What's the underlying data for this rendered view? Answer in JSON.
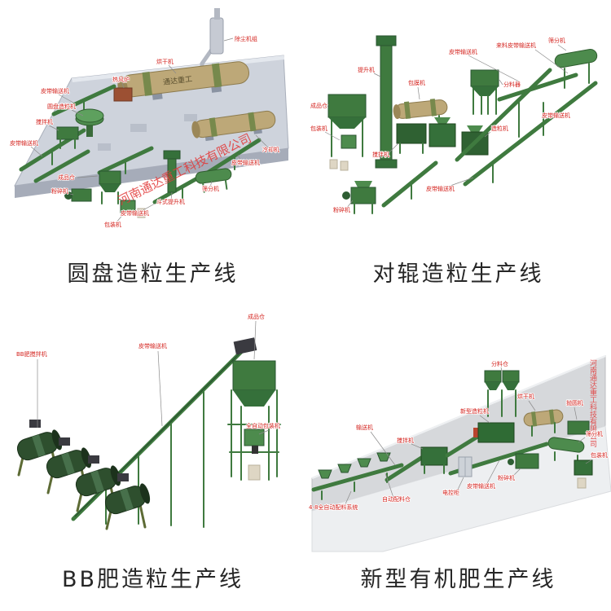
{
  "colors": {
    "label_red": "#d4241f",
    "watermark_red": "#e23b3b",
    "machine_green": "#3f7a3f",
    "drum_tan": "#bda878",
    "platform_gray": "#ced3dc"
  },
  "panels": [
    {
      "caption": "圆盘造粒生产线",
      "watermark": "河南通达重工科技有限公司",
      "drum_text": "通达重工",
      "labels": [
        {
          "text": "除尘机组"
        },
        {
          "text": "烘干机"
        },
        {
          "text": "热风炉"
        },
        {
          "text": "皮带输送机"
        },
        {
          "text": "圆盘造粒机"
        },
        {
          "text": "搅拌机"
        },
        {
          "text": "皮带输送机"
        },
        {
          "text": "成品仓"
        },
        {
          "text": "粉碎机"
        },
        {
          "text": "包装机"
        },
        {
          "text": "冷却机"
        },
        {
          "text": "皮带输送机"
        },
        {
          "text": "筛分机"
        },
        {
          "text": "斗式提升机"
        },
        {
          "text": "皮带输送机"
        }
      ]
    },
    {
      "caption": "对辊造粒生产线",
      "labels": [
        {
          "text": "提升机"
        },
        {
          "text": "包膜机"
        },
        {
          "text": "皮带输送机"
        },
        {
          "text": "来料皮带输送机"
        },
        {
          "text": "筛分机"
        },
        {
          "text": "成品仓"
        },
        {
          "text": "包装机"
        },
        {
          "text": "分料器"
        },
        {
          "text": "皮带输送机"
        },
        {
          "text": "造粒机"
        },
        {
          "text": "搅拌机"
        },
        {
          "text": "皮带输送机"
        },
        {
          "text": "粉碎机"
        }
      ]
    },
    {
      "caption": "BB肥造粒生产线",
      "labels": [
        {
          "text": "BB肥搅拌机"
        },
        {
          "text": "皮带输送机"
        },
        {
          "text": "成品仓"
        },
        {
          "text": "全自动包装机"
        }
      ]
    },
    {
      "caption": "新型有机肥生产线",
      "watermark": "河南通达重工科技有限公司",
      "labels": [
        {
          "text": "分料仓"
        },
        {
          "text": "输送机"
        },
        {
          "text": "搅拌机"
        },
        {
          "text": "新型造粒机"
        },
        {
          "text": "烘干机"
        },
        {
          "text": "抛圆机"
        },
        {
          "text": "筛分机"
        },
        {
          "text": "包装机"
        },
        {
          "text": "粉碎机"
        },
        {
          "text": "皮带输送机"
        },
        {
          "text": "电控柜"
        },
        {
          "text": "4-8全自动配料系统"
        },
        {
          "text": "自动配料仓"
        }
      ]
    }
  ]
}
